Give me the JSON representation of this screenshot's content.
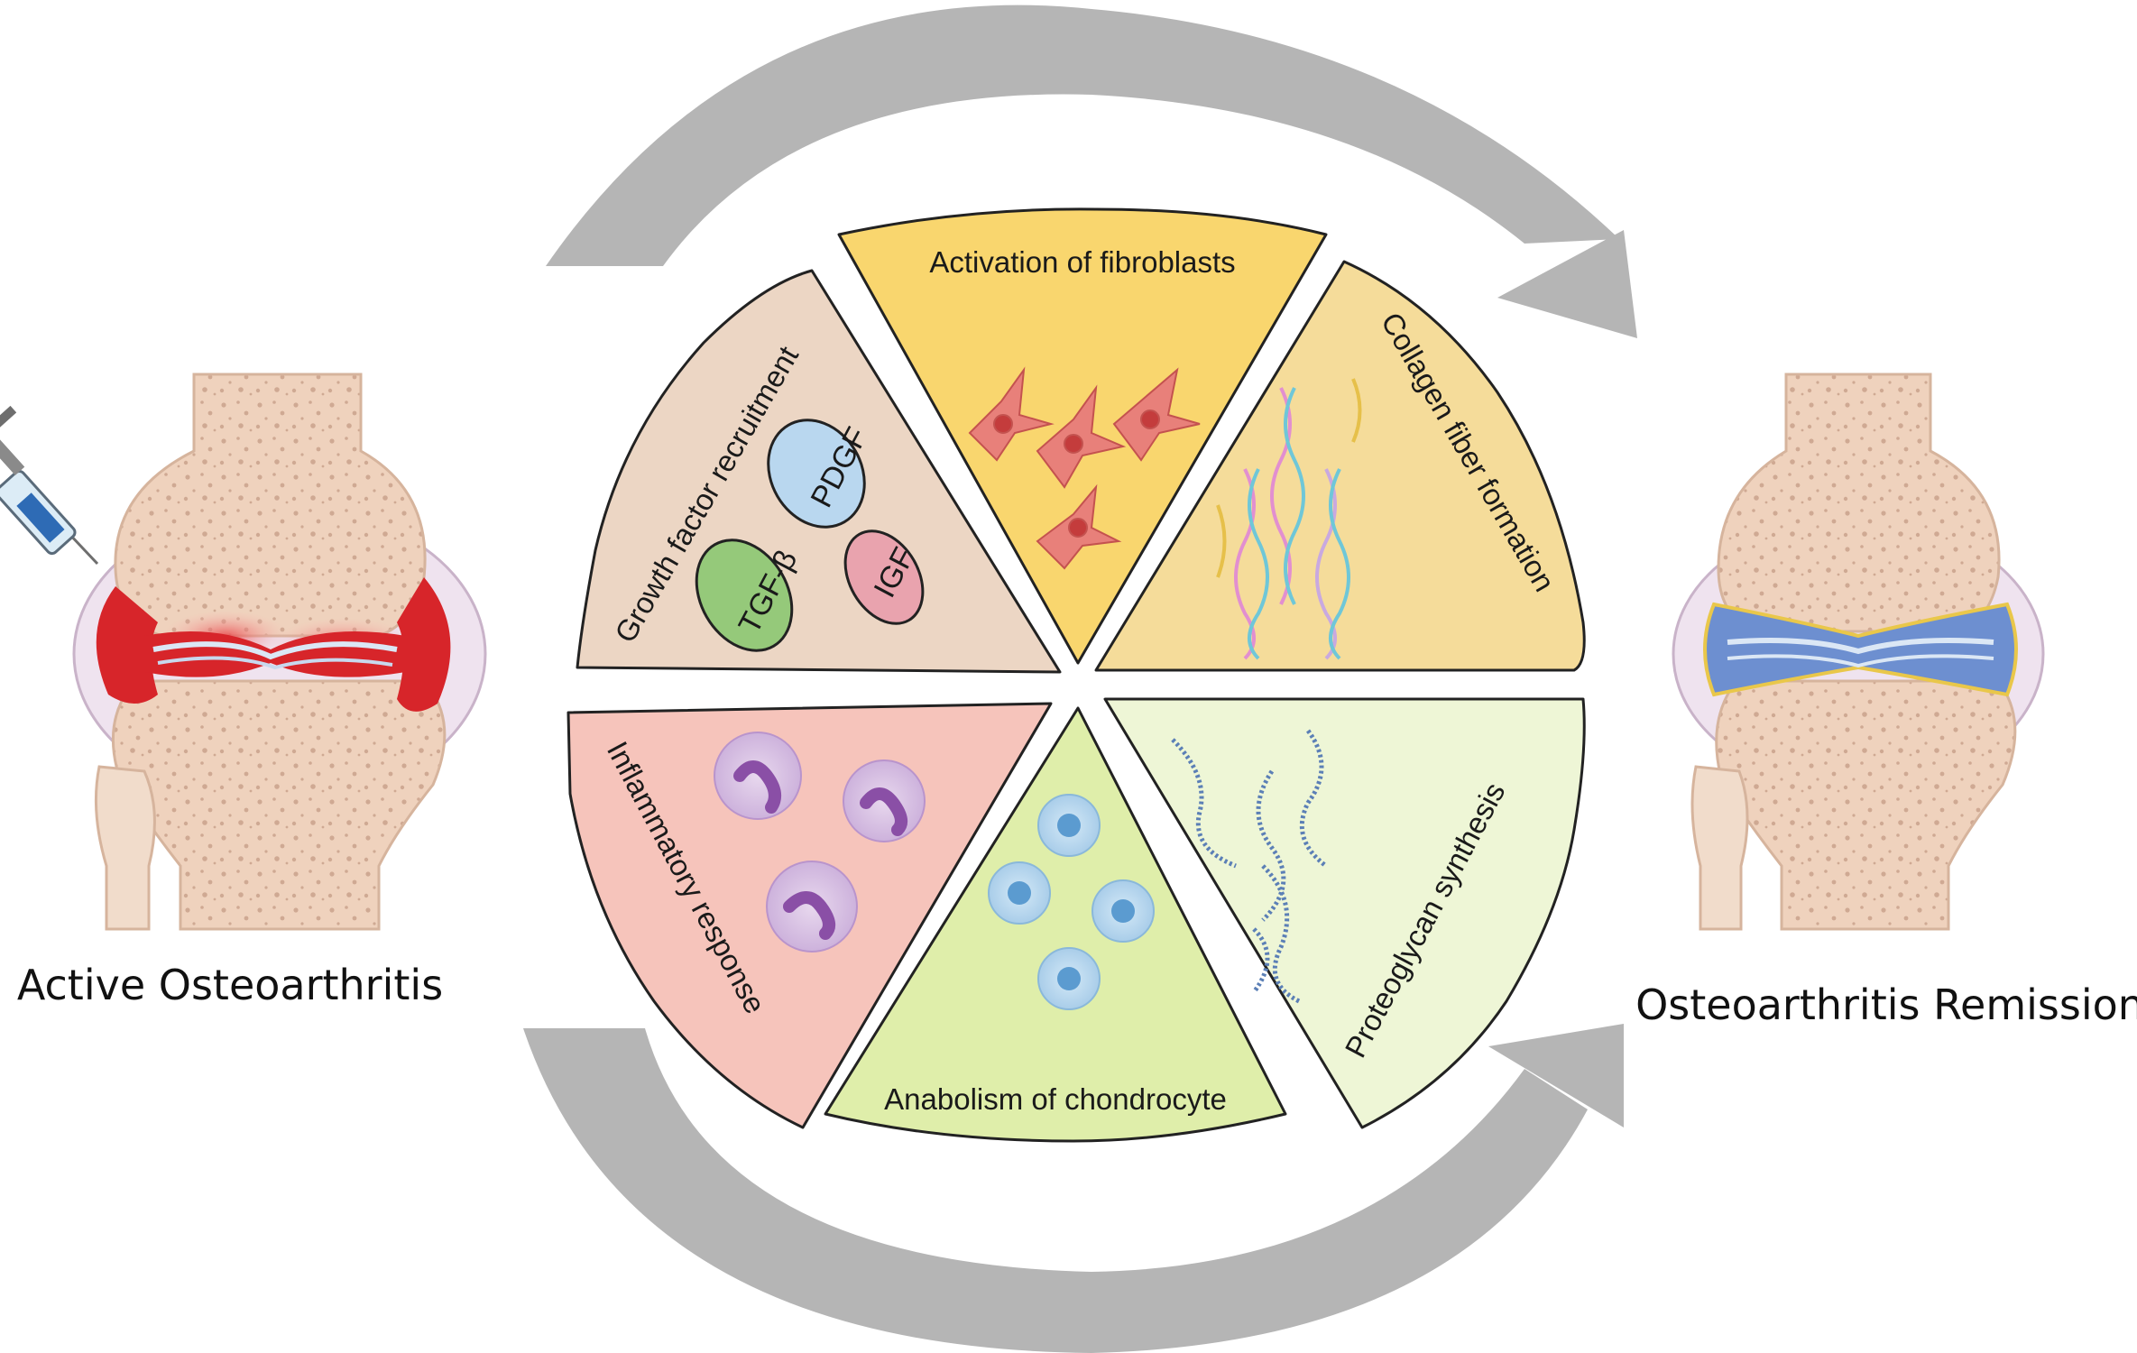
{
  "labels": {
    "left_joint": "Active Osteoarthritis",
    "right_joint": "Osteoarthritis Remission"
  },
  "segments": {
    "activation": "Activation of fibroblasts",
    "collagen": "Collagen fiber formation",
    "proteoglycan": "Proteoglycan synthesis",
    "anabolism": "Anabolism of chondrocyte",
    "inflammatory": "Inflammatory response",
    "growth": "Growth factor recruitment"
  },
  "growth_factors": {
    "pdgf": "PDGF",
    "tgf": "TGF-β",
    "igf": "IGF"
  },
  "colors": {
    "activation_fill": "#f9d66e",
    "collagen_fill": "#f5dc9a",
    "proteoglycan_fill": "#eef6d6",
    "anabolism_fill": "#dfeeaa",
    "inflammatory_fill": "#f6c4bb",
    "growth_fill": "#ecd6c4",
    "arrow": "#b5b5b5",
    "bone": "#efd2bd",
    "inflamed": "#d7252a",
    "healthy_cartilage": "#6d8fd0"
  }
}
